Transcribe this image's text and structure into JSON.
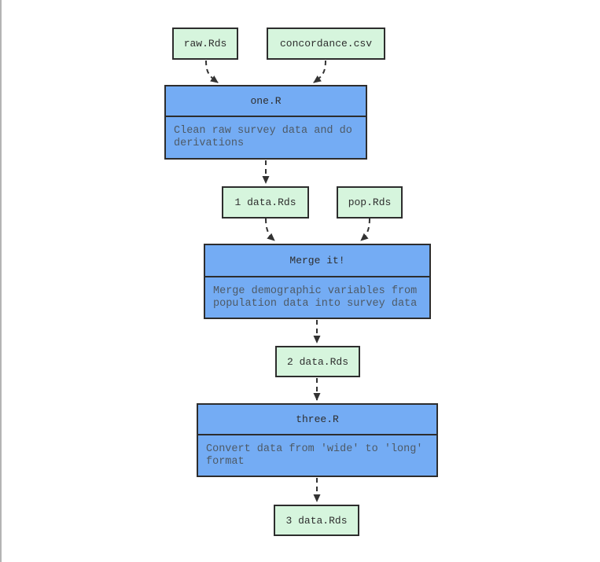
{
  "canvas": {
    "background": "#ffffff",
    "left_edge_line_color": "#b4b4b4"
  },
  "palette": {
    "file_node_fill": "#d6f5dd",
    "script_node_fill": "#74acf4",
    "node_border": "#2d2d2d",
    "label_text": "#2e2e2e",
    "description_text": "#4e5a66",
    "edge_color": "#333333",
    "edge_style": "dashed"
  },
  "nodes": {
    "raw": {
      "type": "file",
      "label": "raw.Rds"
    },
    "concordance": {
      "type": "file",
      "label": "concordance.csv"
    },
    "one": {
      "type": "script",
      "title": "one.R",
      "description": "Clean raw survey data and do derivations",
      "description_lines": [
        "Clean raw survey data and do",
        "derivations"
      ]
    },
    "data1": {
      "type": "file",
      "label": "1 data.Rds"
    },
    "pop": {
      "type": "file",
      "label": "pop.Rds"
    },
    "merge": {
      "type": "script",
      "title": "Merge it!",
      "description": "Merge demographic variables from population data into survey data",
      "description_lines": [
        "Merge demographic variables from",
        "population data into survey data"
      ]
    },
    "data2": {
      "type": "file",
      "label": "2 data.Rds"
    },
    "three": {
      "type": "script",
      "title": "three.R",
      "description": "Convert data from 'wide' to 'long' format",
      "description_lines": [
        "Convert data from 'wide' to 'long'",
        "format"
      ]
    },
    "data3": {
      "type": "file",
      "label": "3 data.Rds"
    }
  },
  "edges": [
    {
      "from": "raw.Rds",
      "to": "one.R",
      "style": "dashed"
    },
    {
      "from": "concordance.csv",
      "to": "one.R",
      "style": "dashed"
    },
    {
      "from": "one.R",
      "to": "1 data.Rds",
      "style": "dashed"
    },
    {
      "from": "1 data.Rds",
      "to": "Merge it!",
      "style": "dashed"
    },
    {
      "from": "pop.Rds",
      "to": "Merge it!",
      "style": "dashed"
    },
    {
      "from": "Merge it!",
      "to": "2 data.Rds",
      "style": "dashed"
    },
    {
      "from": "2 data.Rds",
      "to": "three.R",
      "style": "dashed"
    },
    {
      "from": "three.R",
      "to": "3 data.Rds",
      "style": "dashed"
    }
  ]
}
